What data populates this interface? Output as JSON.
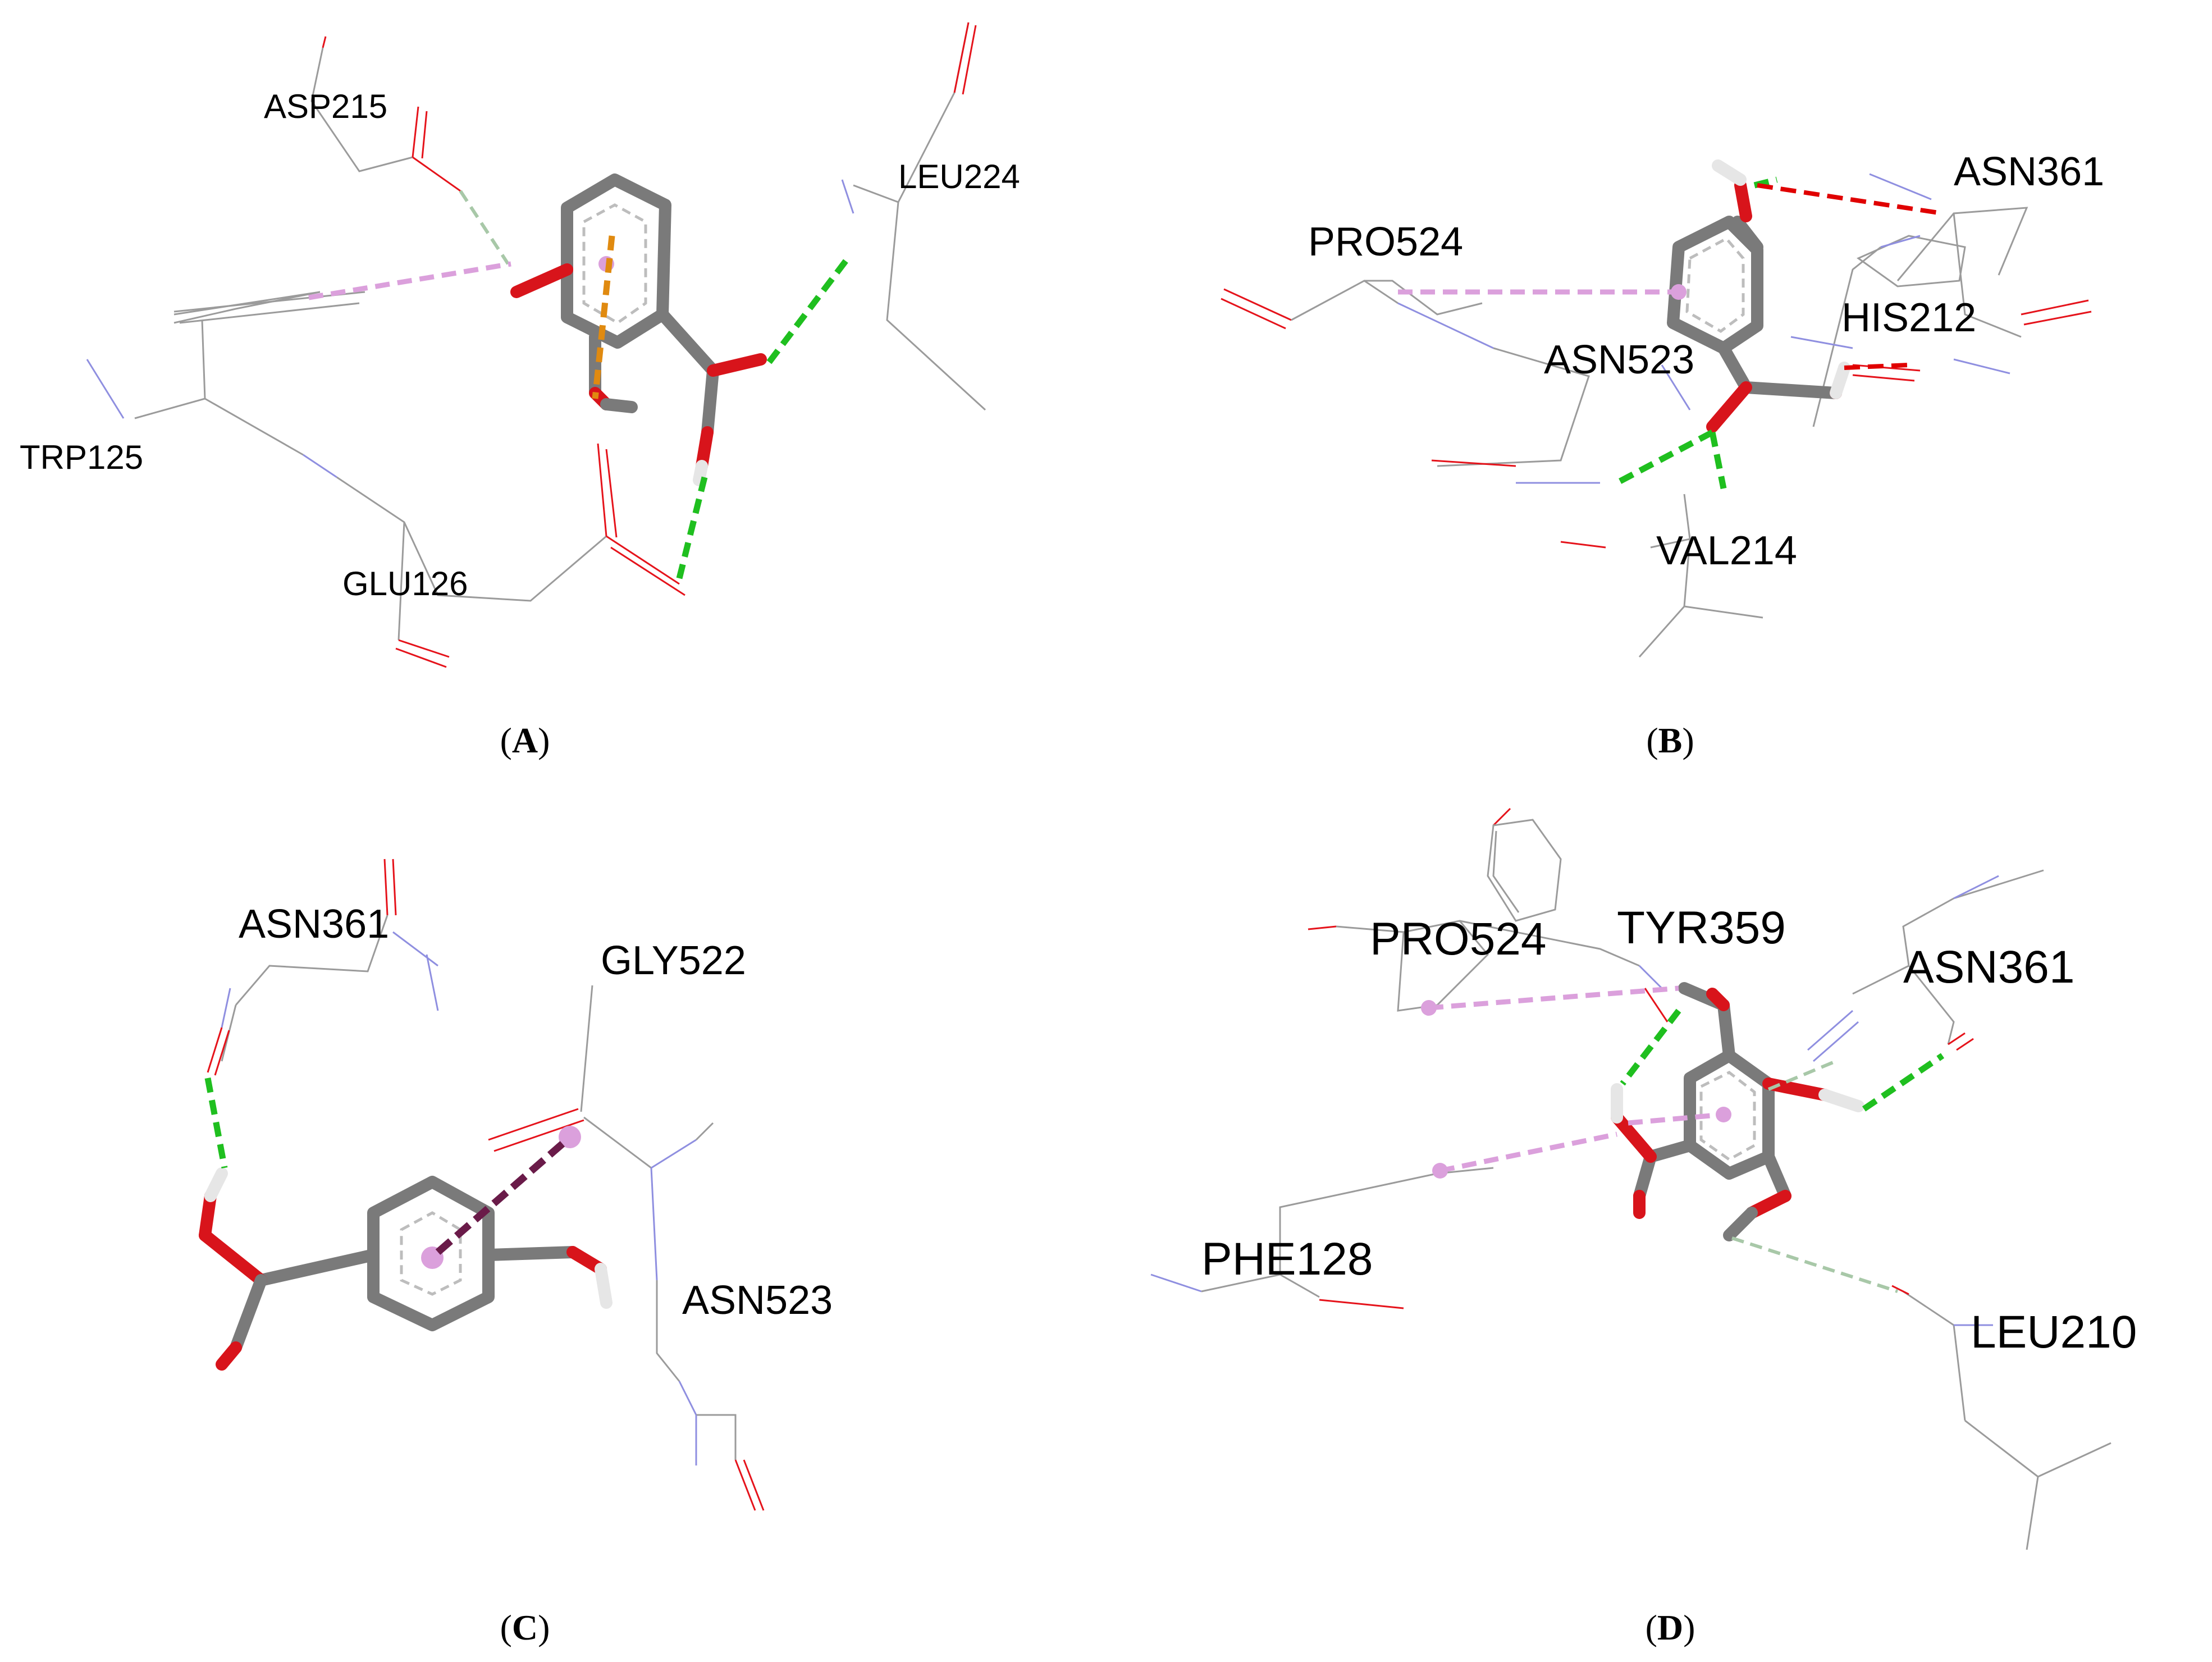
{
  "colors": {
    "background": "#ffffff",
    "residue_line": "#9b9b9b",
    "oxygen": "#e5131b",
    "nitrogen": "#8f8fe0",
    "ligand_carbon": "#7a7a7a",
    "ligand_oxygen": "#d8141b",
    "hydrogen": "#e6e6e6",
    "hbond": "#1fbf1f",
    "carbon_hbond": "#a8c8a8",
    "pi_alkyl": "#dba0dc",
    "pi_cation": "#e08a10",
    "pi_pi_tshaped": "#6a1b49",
    "unfavorable": "#e00000",
    "label_text": "#000000"
  },
  "panels": [
    {
      "letter": "A",
      "residues": [
        "ASP215",
        "LEU224",
        "TRP125",
        "GLU126"
      ]
    },
    {
      "letter": "B",
      "residues": [
        "PRO524",
        "ASN361",
        "HIS212",
        "ASN523",
        "VAL214"
      ]
    },
    {
      "letter": "C",
      "residues": [
        "ASN361",
        "GLY522",
        "ASN523"
      ]
    },
    {
      "letter": "D",
      "residues": [
        "PRO524",
        "TYR359",
        "ASN361",
        "PHE128",
        "LEU210"
      ]
    }
  ]
}
